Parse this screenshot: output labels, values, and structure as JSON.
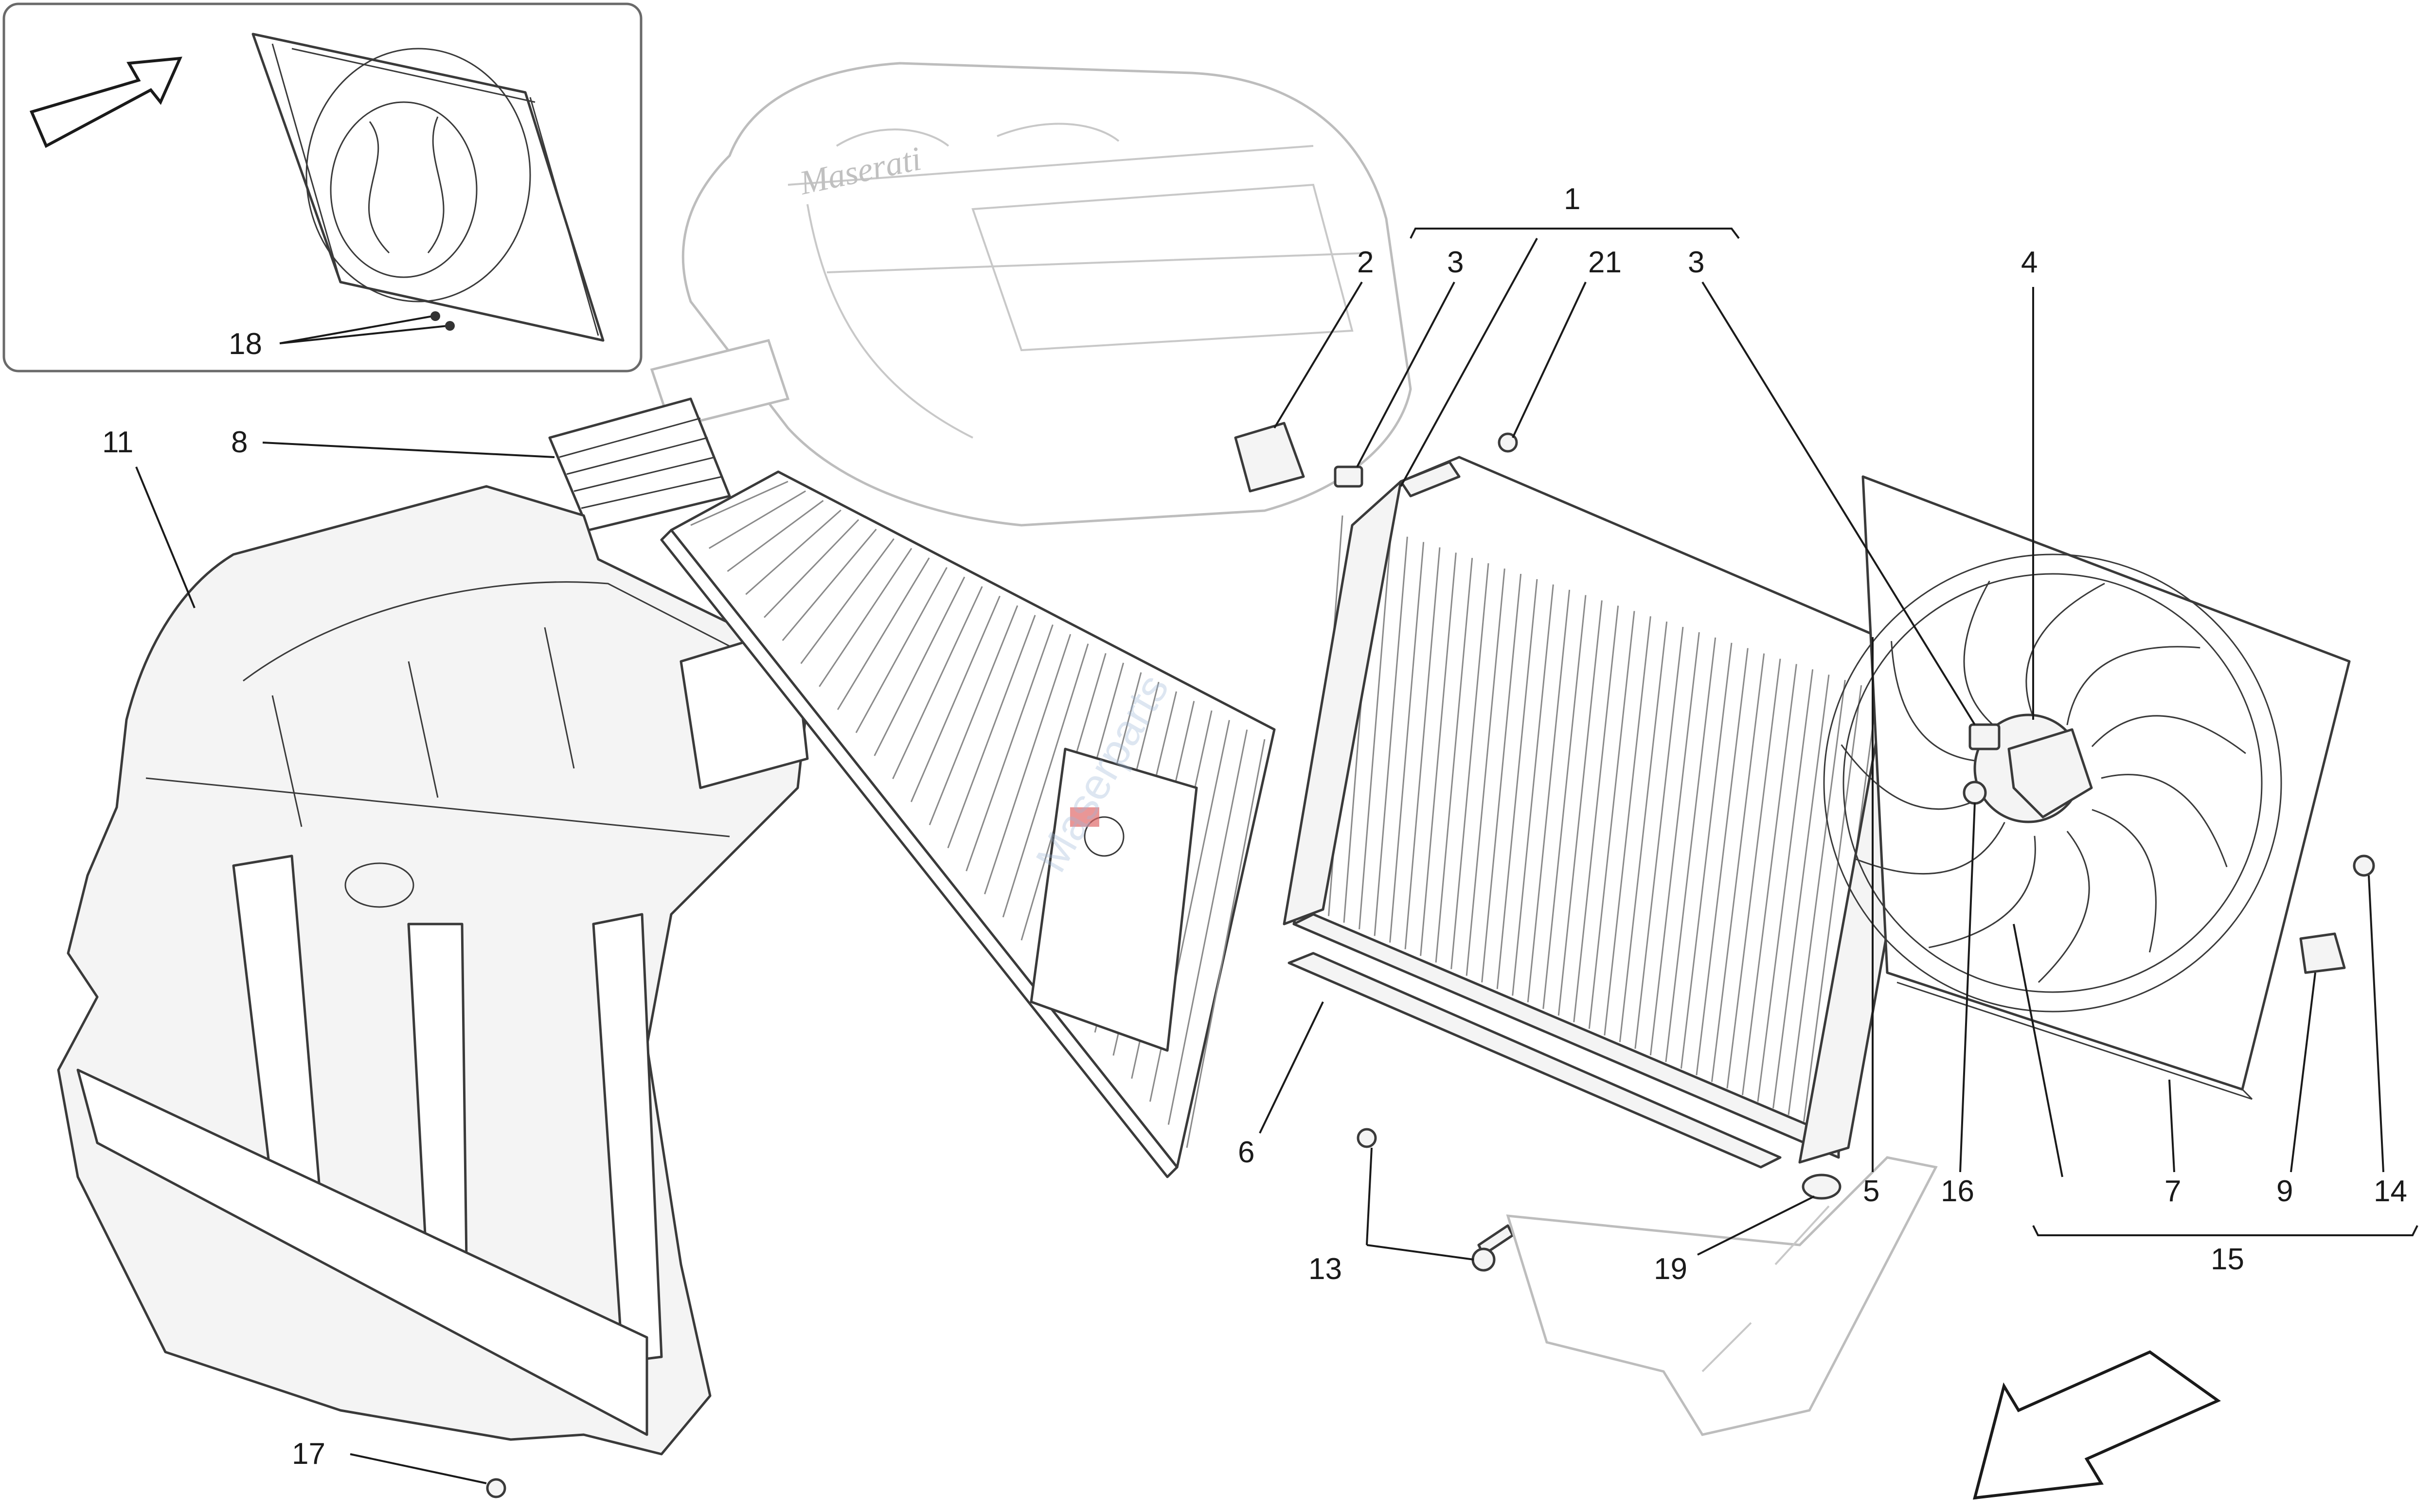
{
  "diagram": {
    "labels": {
      "l1": "1",
      "l2": "2",
      "l3a": "3",
      "l3b": "3",
      "l4": "4",
      "l5": "5",
      "l6": "6",
      "l7": "7",
      "l8": "8",
      "l9": "9",
      "l11": "11",
      "l13": "13",
      "l14": "14",
      "l15": "15",
      "l16": "16",
      "l17": "17",
      "l18": "18",
      "l19": "19",
      "l21": "21"
    },
    "engine_cover_text": "Maserati",
    "watermark": "Maserparts"
  }
}
